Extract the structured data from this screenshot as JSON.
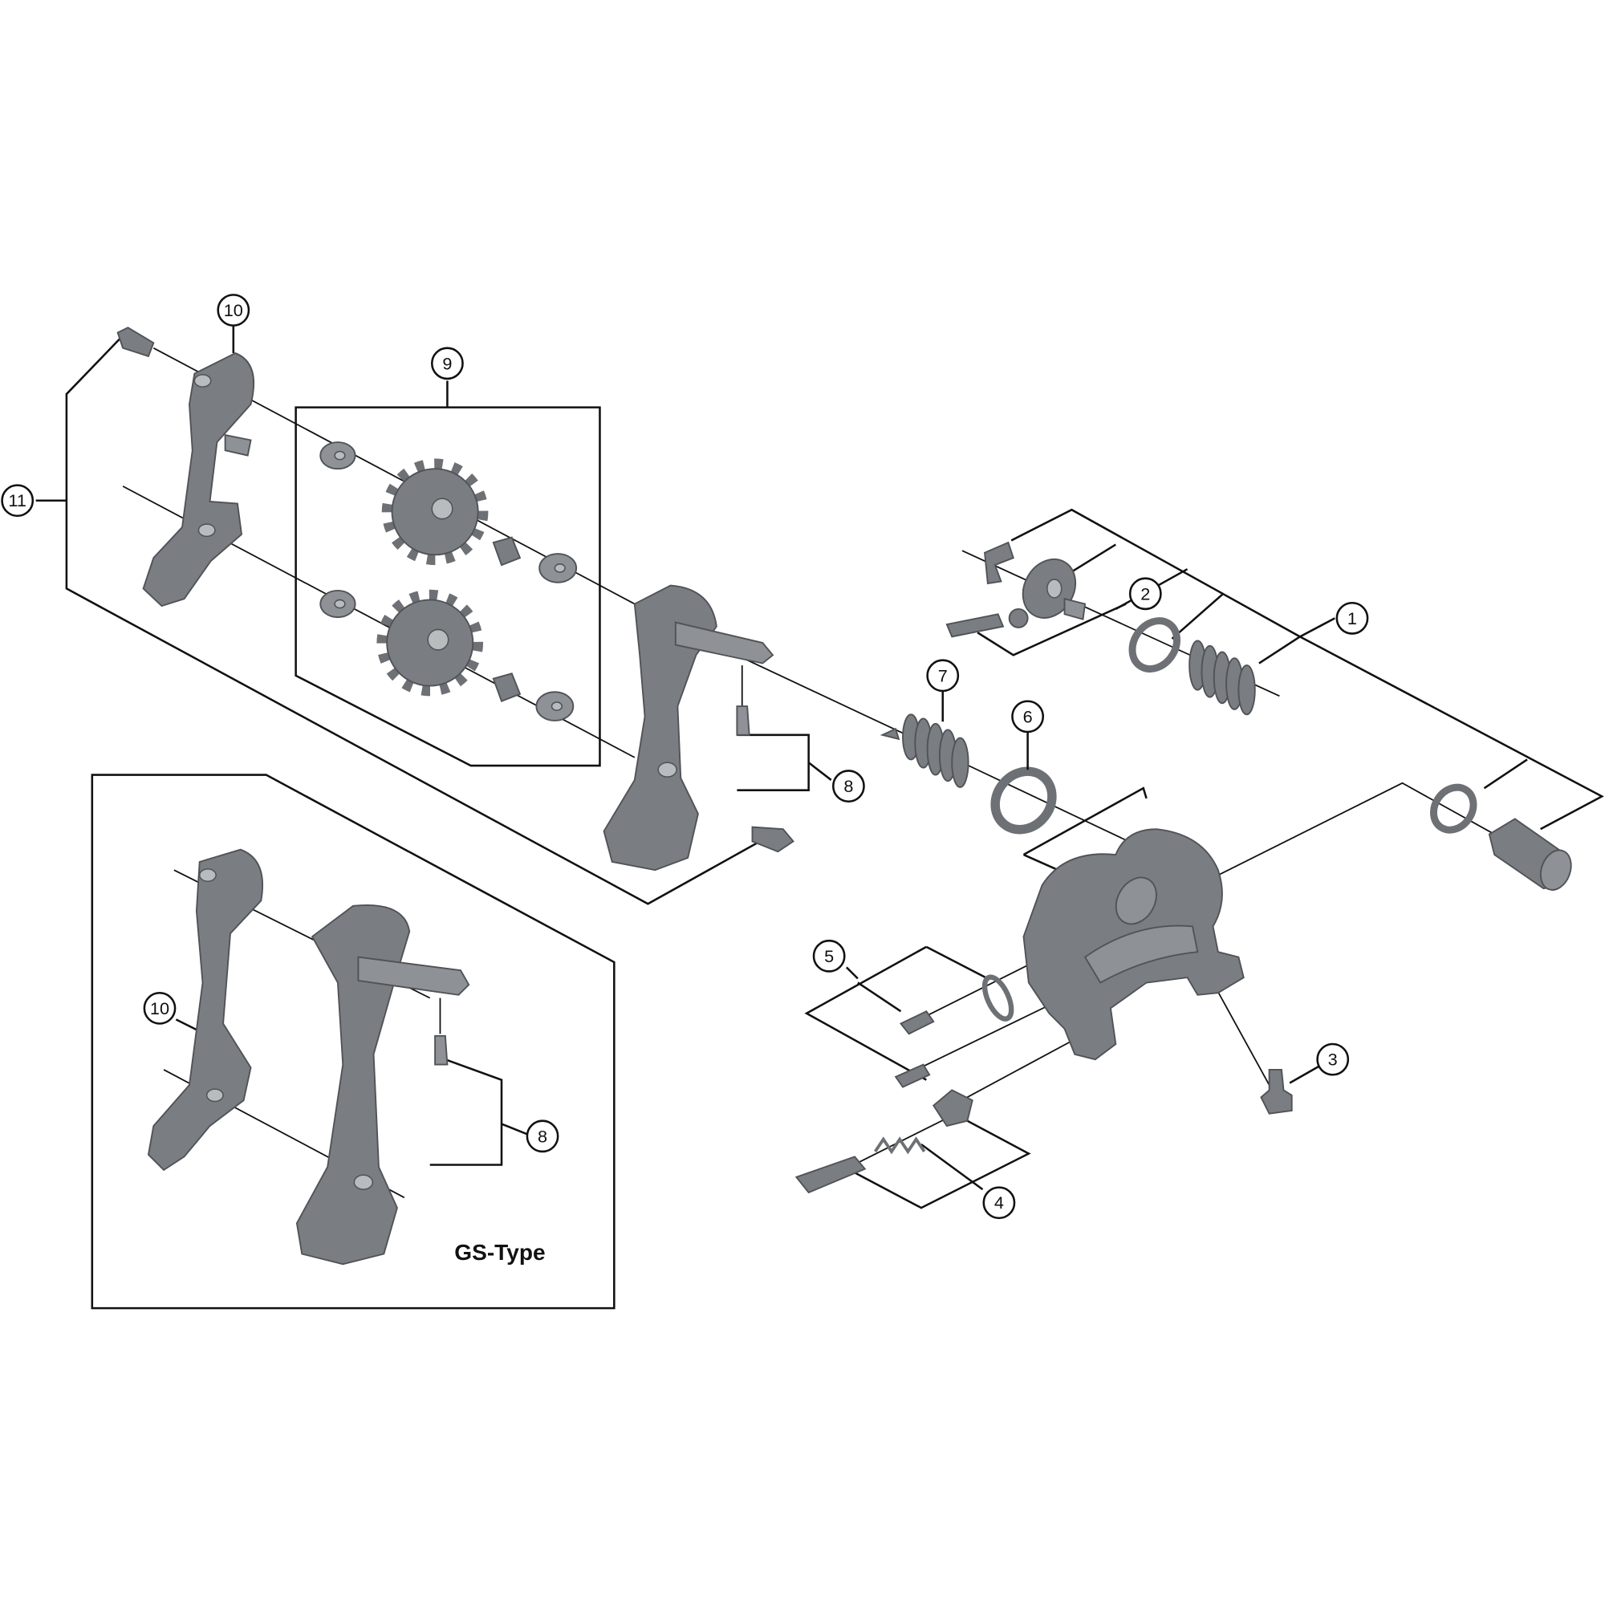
{
  "diagram": {
    "callouts": [
      "1",
      "2",
      "3",
      "4",
      "5",
      "6",
      "7",
      "8",
      "9",
      "10",
      "11"
    ],
    "inset": {
      "label": "GS-Type",
      "callouts": [
        "10",
        "8"
      ]
    },
    "colors": {
      "part_fill": "#7a7d81",
      "line": "#111111",
      "background": "#ffffff"
    }
  }
}
